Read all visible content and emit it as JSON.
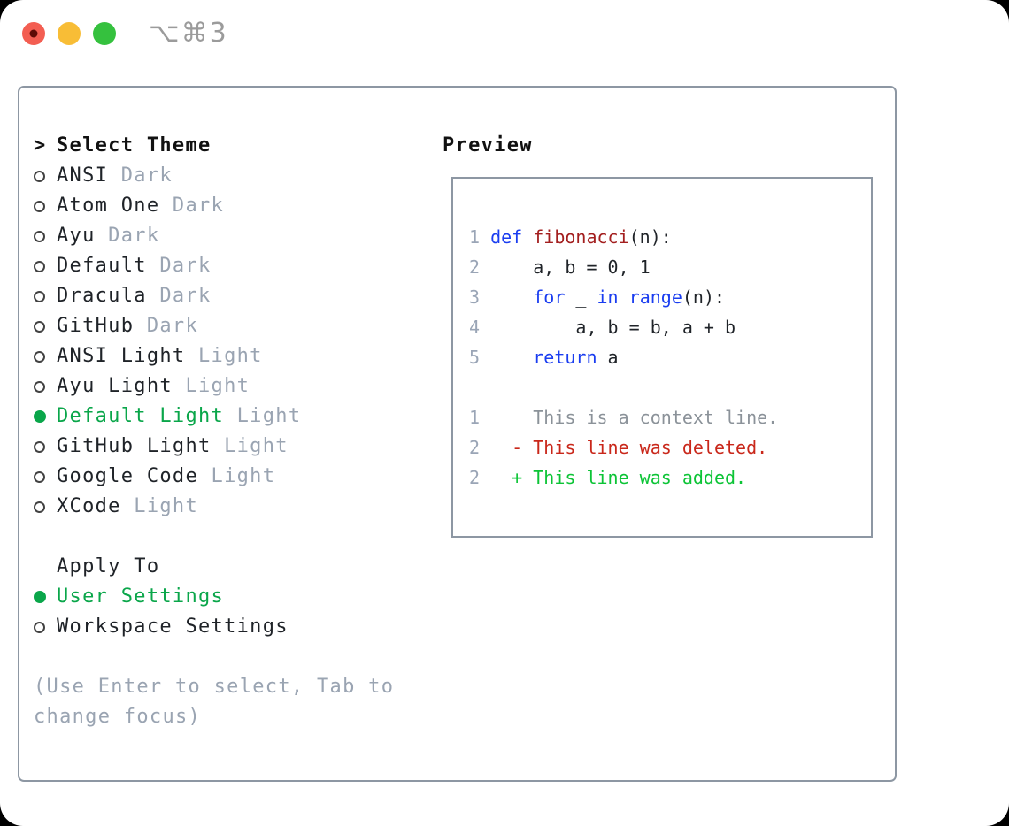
{
  "window": {
    "title": "⌥⌘3",
    "traffic_lights": [
      {
        "name": "close",
        "color": "#f35e52",
        "dot": "#5e0b06"
      },
      {
        "name": "minimize",
        "color": "#f8bd36"
      },
      {
        "name": "zoom",
        "color": "#35c13e"
      }
    ]
  },
  "sidebar": {
    "select_theme_header": {
      "marker": ">",
      "label": "Select Theme"
    },
    "themes": [
      {
        "name": "ANSI",
        "variant": "Dark",
        "selected": false
      },
      {
        "name": "Atom One",
        "variant": "Dark",
        "selected": false
      },
      {
        "name": "Ayu",
        "variant": "Dark",
        "selected": false
      },
      {
        "name": "Default",
        "variant": "Dark",
        "selected": false
      },
      {
        "name": "Dracula",
        "variant": "Dark",
        "selected": false
      },
      {
        "name": "GitHub",
        "variant": "Dark",
        "selected": false
      },
      {
        "name": "ANSI Light",
        "variant": "Light",
        "selected": false
      },
      {
        "name": "Ayu Light",
        "variant": "Light",
        "selected": false
      },
      {
        "name": "Default Light",
        "variant": "Light",
        "selected": true
      },
      {
        "name": "GitHub Light",
        "variant": "Light",
        "selected": false
      },
      {
        "name": "Google Code",
        "variant": "Light",
        "selected": false
      },
      {
        "name": "XCode",
        "variant": "Light",
        "selected": false
      }
    ],
    "apply_to": {
      "label": "Apply To",
      "options": [
        {
          "label": "User Settings",
          "selected": true
        },
        {
          "label": "Workspace Settings",
          "selected": false
        }
      ]
    },
    "hint_line1": "(Use Enter to select, Tab to",
    "hint_line2": "change focus)"
  },
  "preview": {
    "label": "Preview",
    "code_lines": [
      {
        "num": "1",
        "tokens": [
          {
            "t": "def",
            "c": "keyword"
          },
          {
            "t": " ",
            "c": "plain"
          },
          {
            "t": "fibonacci",
            "c": "function"
          },
          {
            "t": "(n):",
            "c": "plain"
          }
        ]
      },
      {
        "num": "2",
        "tokens": [
          {
            "t": "    a, b = 0, 1",
            "c": "plain"
          }
        ]
      },
      {
        "num": "3",
        "tokens": [
          {
            "t": "    ",
            "c": "plain"
          },
          {
            "t": "for",
            "c": "keyword"
          },
          {
            "t": " _ ",
            "c": "plain"
          },
          {
            "t": "in",
            "c": "keyword"
          },
          {
            "t": " ",
            "c": "plain"
          },
          {
            "t": "range",
            "c": "keyword"
          },
          {
            "t": "(n):",
            "c": "plain"
          }
        ]
      },
      {
        "num": "4",
        "tokens": [
          {
            "t": "        a, b = b, a + b",
            "c": "plain"
          }
        ]
      },
      {
        "num": "5",
        "tokens": [
          {
            "t": "    ",
            "c": "plain"
          },
          {
            "t": "return",
            "c": "keyword"
          },
          {
            "t": " a",
            "c": "plain"
          }
        ]
      }
    ],
    "diff_lines": [
      {
        "num": "1",
        "text": "    This is a context line.",
        "kind": "context"
      },
      {
        "num": "2",
        "text": "  - This line was deleted.",
        "kind": "deleted"
      },
      {
        "num": "2",
        "text": "  + This line was added.",
        "kind": "added"
      }
    ]
  },
  "colors": {
    "ink": "#1f2328",
    "muted": "#9aa4b2",
    "green": "#0aa64a",
    "added_green": "#0cc436",
    "deleted_red": "#c9271a",
    "keyword_blue": "#1a3df0",
    "function_red": "#a31f1f",
    "linenum_gray": "#9aa5b6",
    "context_gray": "#8b9299",
    "border_gray": "#8d97a3",
    "title_gray": "#9b9b9b"
  }
}
